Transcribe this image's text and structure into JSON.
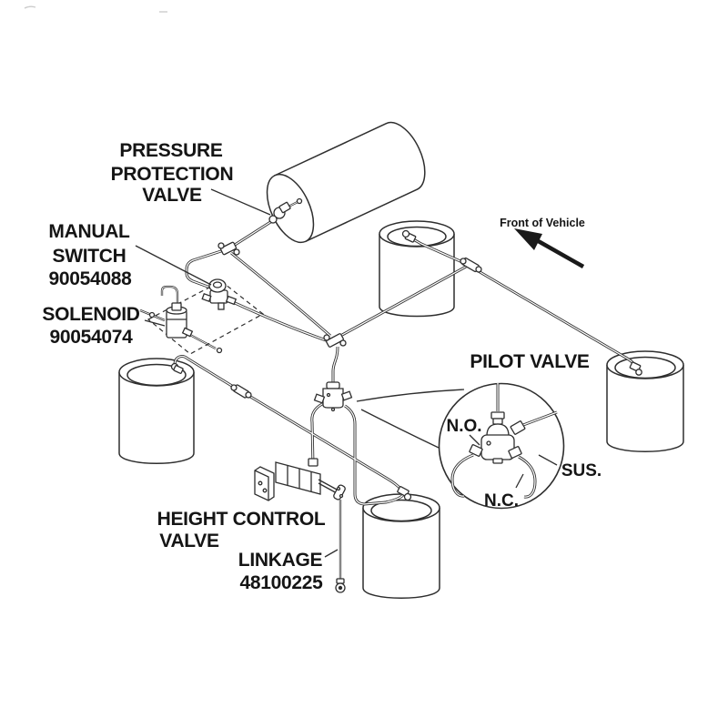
{
  "canvas": {
    "background": "#ffffff",
    "ink": "#2e2e2e",
    "text_color": "#151515"
  },
  "labels": {
    "pressure_protection_valve": {
      "line1": "PRESSURE",
      "line2": "PROTECTION",
      "line3": "VALVE"
    },
    "manual_switch": {
      "line1": "MANUAL",
      "line2": "SWITCH",
      "part_number": "90054088"
    },
    "solenoid": {
      "line1": "SOLENOID",
      "part_number": "90054074"
    },
    "pilot_valve": {
      "title": "PILOT VALVE",
      "port_normally_open": "N.O.",
      "port_suspension": "SUS.",
      "port_normally_closed": "N.C."
    },
    "height_control_valve": {
      "line1": "HEIGHT CONTROL",
      "line2": "VALVE"
    },
    "linkage": {
      "line1": "LINKAGE",
      "part_number": "48100225"
    },
    "orientation": {
      "front_of_vehicle": "Front of Vehicle"
    }
  }
}
